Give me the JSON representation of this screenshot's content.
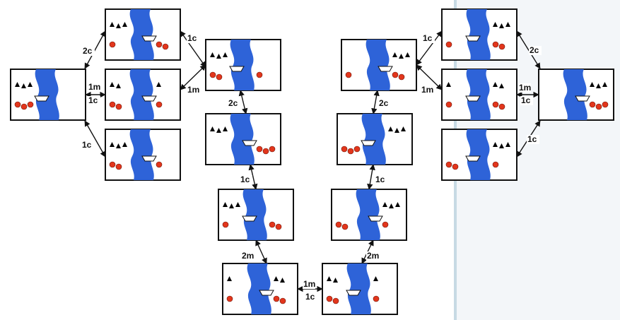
{
  "colors": {
    "river": "#2e63d8",
    "cannibal": "#e2361c",
    "missionary": "#000000",
    "panel_right": "#f3f6f9",
    "panel_edge": "#c7dae4"
  },
  "states": [
    {
      "id": "s1",
      "label": "",
      "left": {
        "m": 3,
        "c": 3
      },
      "right": {
        "m": 0,
        "c": 0
      },
      "boat": "left"
    },
    {
      "id": "s2",
      "label": "",
      "left": {
        "m": 3,
        "c": 1
      },
      "right": {
        "m": 0,
        "c": 2
      },
      "boat": "right"
    },
    {
      "id": "s3",
      "label": "",
      "left": {
        "m": 2,
        "c": 2
      },
      "right": {
        "m": 1,
        "c": 1
      },
      "boat": "right"
    },
    {
      "id": "s4",
      "label": "",
      "left": {
        "m": 3,
        "c": 2
      },
      "right": {
        "m": 0,
        "c": 1
      },
      "boat": "right"
    },
    {
      "id": "s5",
      "label": "",
      "left": {
        "m": 3,
        "c": 2
      },
      "right": {
        "m": 0,
        "c": 1
      },
      "boat": "left"
    },
    {
      "id": "s6",
      "label": "",
      "left": {
        "m": 3,
        "c": 0
      },
      "right": {
        "m": 0,
        "c": 3
      },
      "boat": "right"
    },
    {
      "id": "s7",
      "label": "",
      "left": {
        "m": 3,
        "c": 1
      },
      "right": {
        "m": 0,
        "c": 2
      },
      "boat": "left"
    },
    {
      "id": "s8",
      "label": "",
      "left": {
        "m": 1,
        "c": 1
      },
      "right": {
        "m": 2,
        "c": 2
      },
      "boat": "right"
    },
    {
      "id": "s9",
      "label": "",
      "left": {
        "m": 2,
        "c": 2
      },
      "right": {
        "m": 1,
        "c": 1
      },
      "boat": "left"
    },
    {
      "id": "s10",
      "label": "",
      "left": {
        "m": 0,
        "c": 2
      },
      "right": {
        "m": 3,
        "c": 1
      },
      "boat": "right"
    },
    {
      "id": "s11",
      "label": "",
      "left": {
        "m": 0,
        "c": 3
      },
      "right": {
        "m": 3,
        "c": 0
      },
      "boat": "left"
    },
    {
      "id": "s12",
      "label": "",
      "left": {
        "m": 0,
        "c": 1
      },
      "right": {
        "m": 3,
        "c": 2
      },
      "boat": "right"
    },
    {
      "id": "s13",
      "label": "",
      "left": {
        "m": 0,
        "c": 1
      },
      "right": {
        "m": 3,
        "c": 2
      },
      "boat": "left"
    },
    {
      "id": "s14",
      "label": "",
      "left": {
        "m": 1,
        "c": 1
      },
      "right": {
        "m": 2,
        "c": 2
      },
      "boat": "left"
    },
    {
      "id": "s15",
      "label": "",
      "left": {
        "m": 0,
        "c": 2
      },
      "right": {
        "m": 3,
        "c": 1
      },
      "boat": "left"
    },
    {
      "id": "s16",
      "label": "",
      "left": {
        "m": 0,
        "c": 0
      },
      "right": {
        "m": 3,
        "c": 3
      },
      "boat": "right"
    }
  ],
  "edges": [
    {
      "from": "s1",
      "to": "s2",
      "label": "2c"
    },
    {
      "from": "s1",
      "to": "s3",
      "label": "1m"
    },
    {
      "from": "s1",
      "to": "s3",
      "label": "1c"
    },
    {
      "from": "s1",
      "to": "s4",
      "label": "1c"
    },
    {
      "from": "s2",
      "to": "s5",
      "label": "1c"
    },
    {
      "from": "s3",
      "to": "s5",
      "label": "1m"
    },
    {
      "from": "s5",
      "to": "s6",
      "label": "2c"
    },
    {
      "from": "s6",
      "to": "s7",
      "label": "1c"
    },
    {
      "from": "s7",
      "to": "s8",
      "label": "2m"
    },
    {
      "from": "s8",
      "to": "s9",
      "label": "1m"
    },
    {
      "from": "s8",
      "to": "s9",
      "label": "1c"
    },
    {
      "from": "s9",
      "to": "s10",
      "label": "2m"
    },
    {
      "from": "s10",
      "to": "s11",
      "label": "1c"
    },
    {
      "from": "s11",
      "to": "s12",
      "label": "2c"
    },
    {
      "from": "s12",
      "to": "s13",
      "label": "1c"
    },
    {
      "from": "s12",
      "to": "s14",
      "label": "1m"
    },
    {
      "from": "s13",
      "to": "s16",
      "label": "2c"
    },
    {
      "from": "s14",
      "to": "s16",
      "label": "1m"
    },
    {
      "from": "s14",
      "to": "s16",
      "label": "1c"
    },
    {
      "from": "s15",
      "to": "s16",
      "label": "1c"
    }
  ]
}
